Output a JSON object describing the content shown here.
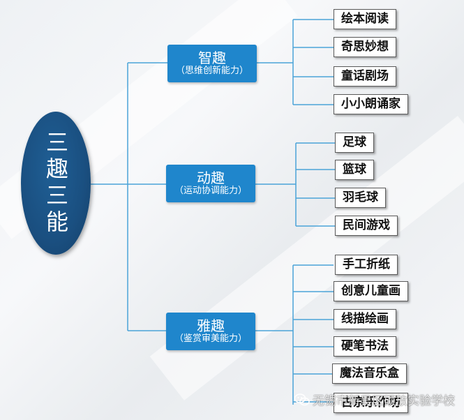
{
  "root": {
    "label": "三趣三能"
  },
  "categories": [
    {
      "title": "智趣",
      "subtitle": "（思维创新能力）",
      "items": [
        "绘本阅读",
        "奇思妙想",
        "童话剧场",
        "小小朗诵家"
      ]
    },
    {
      "title": "动趣",
      "subtitle": "（运动协调能力）",
      "items": [
        "足球",
        "篮球",
        "羽毛球",
        "民间游戏"
      ]
    },
    {
      "title": "雅趣",
      "subtitle": "（鉴赏审美能力）",
      "items": [
        "手工折纸",
        "创意儿童画",
        "线描绘画",
        "硬笔书法",
        "魔法音乐盒",
        "古京乐作坊"
      ]
    }
  ],
  "watermark": {
    "text": "无锡市新吴区硕放实验学校",
    "icon": "wechat-icon"
  },
  "colors": {
    "root": "#1a4f80",
    "category": "#1f86cc",
    "connector": "#4aa3d8"
  }
}
